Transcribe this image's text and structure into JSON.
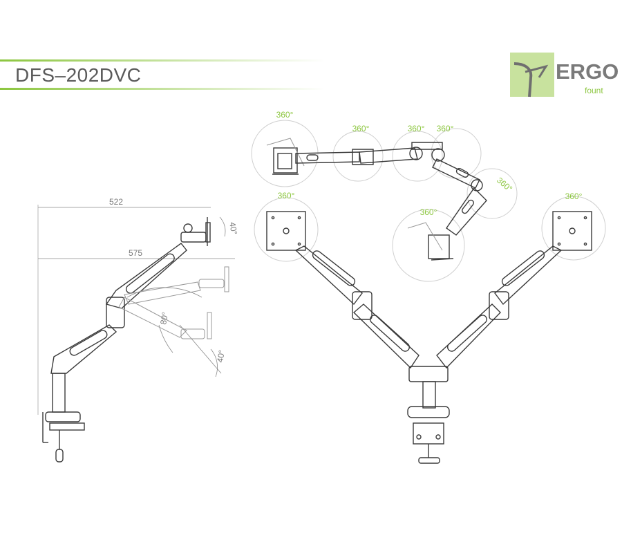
{
  "header": {
    "model": "DFS–202DVC"
  },
  "logo": {
    "brand": "ERGO",
    "sub": "fount",
    "accent": "#8cc63f",
    "panel": "#c8e29e"
  },
  "colors": {
    "line": "#3a3a3a",
    "dim": "#8a8a8a",
    "green": "#8cc63f"
  },
  "side_view": {
    "width_label": "522",
    "reach_label": "575",
    "tilt_up_label": "40°",
    "lift_label": "80°",
    "tilt_down_label": "40°"
  },
  "top_view": {
    "rot_labels": [
      "360°",
      "360°",
      "360°",
      "360°",
      "360°",
      "360°"
    ]
  },
  "front_view": {
    "left_rot_label": "360°",
    "right_rot_label": "360°"
  }
}
